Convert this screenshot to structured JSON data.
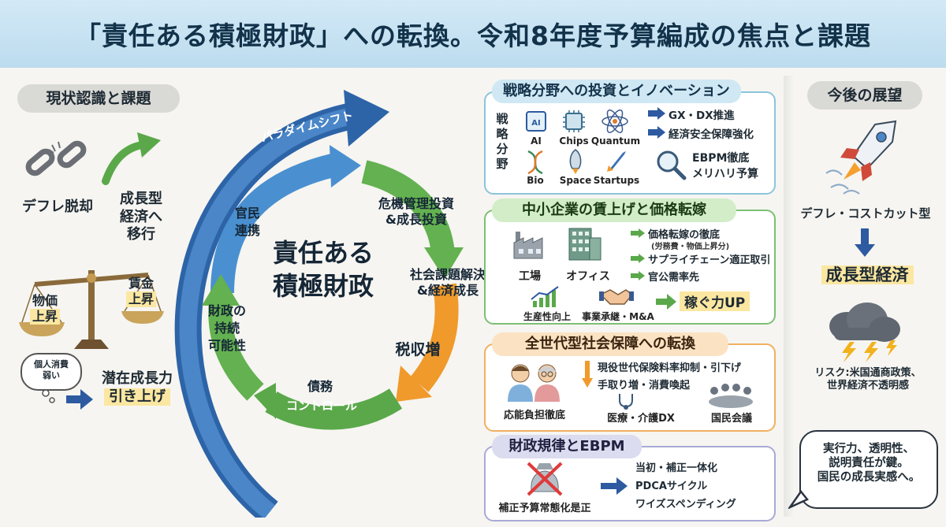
{
  "title": "「責任ある積極財政」への転換。令和8年度予算編成の焦点と課題",
  "left": {
    "header": "現状認識と課題",
    "deflation": "デフレ脱却",
    "growth_line1": "成長型",
    "growth_line2": "経済へ",
    "growth_line3": "移行",
    "prices_line1": "物価",
    "prices_line2": "上昇",
    "wages_line1": "賃金",
    "wages_line2": "上昇",
    "consumption_line1": "個人消費",
    "consumption_line2": "弱い",
    "potential_line1": "潜在成長力",
    "potential_line2": "引き上げ"
  },
  "cycle": {
    "paradigm": "パラダイムシフト",
    "center_line1": "責任ある",
    "center_line2": "積極財政",
    "crisis_line1": "危機管理投資",
    "crisis_line2": "&成長投資",
    "social_line1": "社会課題解決",
    "social_line2": "&経済成長",
    "tax": "税収増",
    "debt_line1": "債務",
    "debt_line2": "コントロール",
    "fiscal_line1": "財政の",
    "fiscal_line2": "持続",
    "fiscal_line3": "可能性",
    "public_line1": "官民",
    "public_line2": "連携"
  },
  "strategy": {
    "header": "戦略分野への投資とイノベーション",
    "vertical_label": [
      "戦",
      "略",
      "分",
      "野"
    ],
    "chip_text": "AI",
    "icons": [
      "AI",
      "Chips",
      "Quantum",
      "Bio",
      "Space",
      "Startups"
    ],
    "item1": "GX・DX推進",
    "item2": "経済安全保障強化",
    "ebpm_line1": "EBPM徹底",
    "ebpm_line2": "メリハリ予算"
  },
  "sme": {
    "header": "中小企業の賃上げと価格転嫁",
    "factory": "工場",
    "office": "オフィス",
    "item1": "価格転嫁の徹底",
    "item1_sub": "(労務費・物価上昇分)",
    "item2": "サプライチェーン適正取引",
    "item3": "官公需率先",
    "productivity": "生産性向上",
    "succession": "事業承継・M&A",
    "earn": "稼ぐ力UP"
  },
  "social_security": {
    "header": "全世代型社会保障への転換",
    "item1": "現役世代保険料率抑制・引下げ",
    "item2": "手取り増・消費喚起",
    "burden": "応能負担徹底",
    "medical": "医療・介護DX",
    "council": "国民会議"
  },
  "discipline": {
    "header": "財政規律とEBPM",
    "normalize": "補正予算常態化是正",
    "item1": "当初・補正一体化",
    "item2": "PDCAサイクル",
    "item3": "ワイズスペンディング"
  },
  "outlook": {
    "header": "今後の展望",
    "deflation_type": "デフレ・コストカット型",
    "growth_type": "成長型経済",
    "risk_line1": "リスク:米国通商政策、",
    "risk_line2": "世界経済不透明感",
    "bubble_line1": "実行力、透明性、",
    "bubble_line2": "説明責任が鍵。",
    "bubble_line3": "国民の成長実感へ。"
  },
  "colors": {
    "title_bg": "#c6e2f2",
    "blue": "#2d6fb3",
    "green": "#5aa84a",
    "orange": "#ef9a2e",
    "purple": "#8c8fc4",
    "highlight": "#fbe7a1"
  }
}
